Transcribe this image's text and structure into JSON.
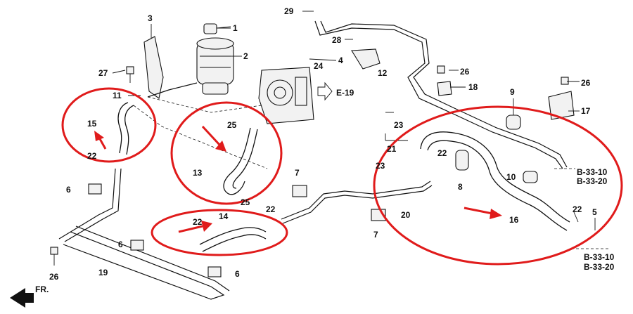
{
  "callouts": {
    "c1": "1",
    "c2": "2",
    "c3": "3",
    "c4": "4",
    "c5": "5",
    "c6a": "6",
    "c6b": "6",
    "c6c": "6",
    "c7a": "7",
    "c7b": "7",
    "c8": "8",
    "c9": "9",
    "c10": "10",
    "c11": "11",
    "c12": "12",
    "c13": "13",
    "c14": "14",
    "c15": "15",
    "c16": "16",
    "c17": "17",
    "c18": "18",
    "c19": "19",
    "c20": "20",
    "c21": "21",
    "c22a": "22",
    "c22b": "22",
    "c22c": "22",
    "c22d": "22",
    "c22e": "22",
    "c23a": "23",
    "c23b": "23",
    "c24": "24",
    "c25a": "25",
    "c25b": "25",
    "c26a": "26",
    "c26b": "26",
    "c26c": "26",
    "c27": "27",
    "c28": "28",
    "c29": "29"
  },
  "references": {
    "e19": "E-19",
    "b3310_top": "B-33-10",
    "b3320_top": "B-33-20",
    "b3310_bottom": "B-33-10",
    "b3320_bottom": "B-33-20"
  },
  "front_marker": "FR.",
  "annotation_color": "#e01b1b"
}
